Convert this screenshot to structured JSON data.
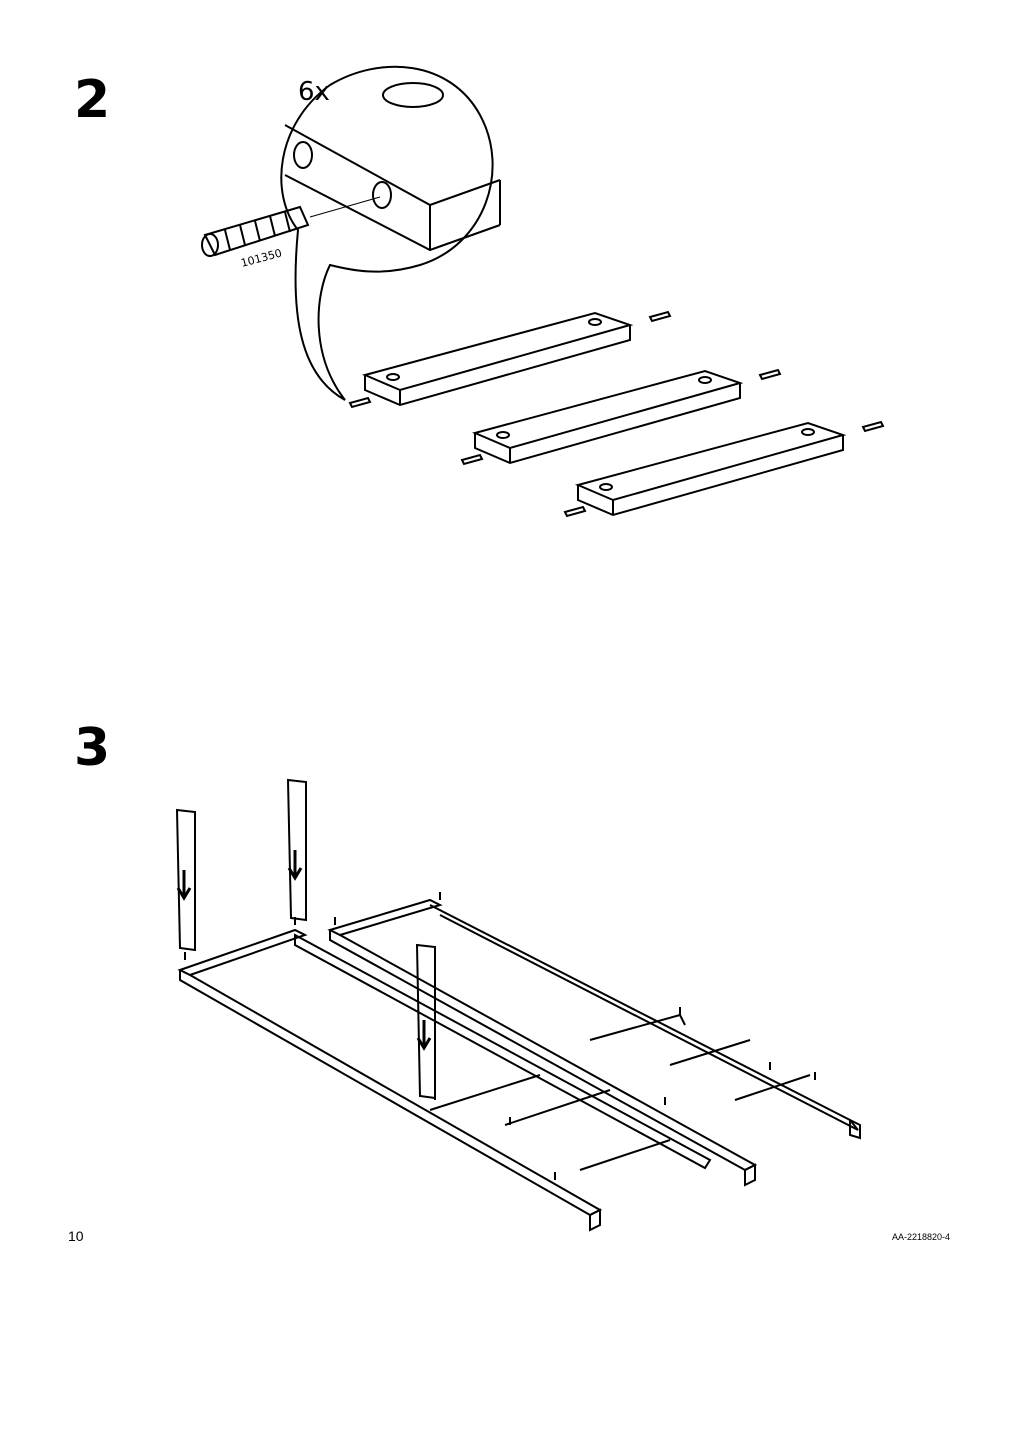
{
  "steps": [
    {
      "number": "2",
      "quantity": "6x",
      "part_number": "101350"
    },
    {
      "number": "3"
    }
  ],
  "footer": {
    "page_number": "10",
    "doc_code": "AA-2218820-4"
  },
  "icons": {
    "step2_main": "dowel-insertion-diagram",
    "step3_main": "frame-assembly-diagram"
  },
  "colors": {
    "ink": "#000000",
    "paper": "#ffffff"
  }
}
